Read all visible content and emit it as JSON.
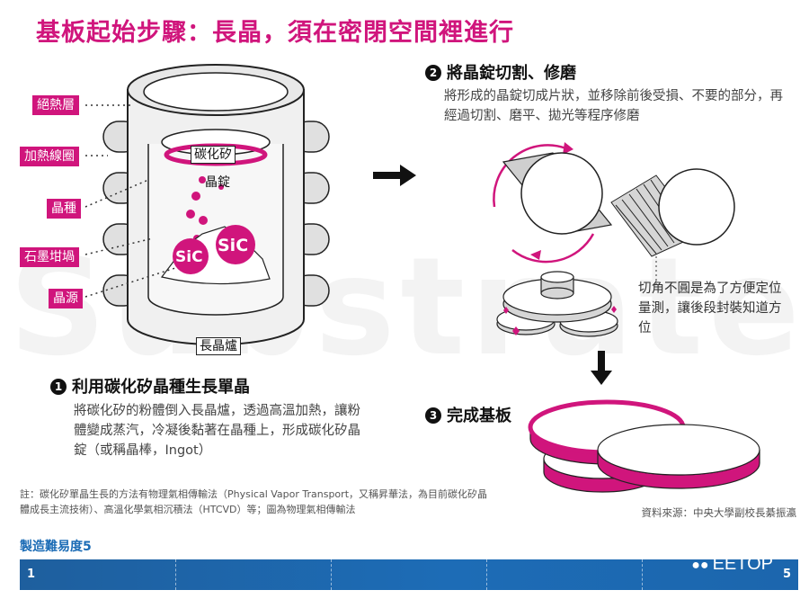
{
  "title": "基板起始步驟：長晶，須在密閉空間裡進行",
  "watermark": "Substrate",
  "furnace_labels": {
    "insulation": "絕熱層",
    "heating_coil": "加熱線圈",
    "seed": "晶種",
    "crucible": "石墨坩堝",
    "source": "晶源",
    "sic_top": "碳化矽",
    "ingot": "晶錠",
    "furnace": "長晶爐",
    "sic_ball": "SiC"
  },
  "step1": {
    "num": "1",
    "heading": "利用碳化矽晶種生長單晶",
    "text": "將碳化矽的粉體倒入長晶爐，透過高溫加熱，讓粉體變成蒸汽，冷凝後黏著在晶種上，形成碳化矽晶錠（或稱晶棒，Ingot）"
  },
  "step2": {
    "num": "2",
    "heading": "將晶錠切割、修磨",
    "text": "將形成的晶錠切成片狀，並移除前後受損、不要的部分，再經過切割、磨平、拋光等程序修磨"
  },
  "step3": {
    "num": "3",
    "heading": "完成基板"
  },
  "flat_note": "切角不圓是為了方便定位量測，讓後段封裝知道方位",
  "footnote": "註：碳化矽單晶生長的方法有物理氣相傳輸法（Physical Vapor Transport，又稱昇華法，為目前碳化矽晶體成長主流技術）、高溫化學氣相沉積法（HTCVD）等；圖為物理氣相傳輸法",
  "source": "資料來源：中央大學副校長綦振瀛",
  "difficulty": {
    "label": "製造難易度5",
    "min": "1",
    "max": "5",
    "value": 5
  },
  "logo_text": "EETOP",
  "colors": {
    "accent": "#d0157c",
    "bar": "#1d6cb6",
    "text": "#111111"
  }
}
